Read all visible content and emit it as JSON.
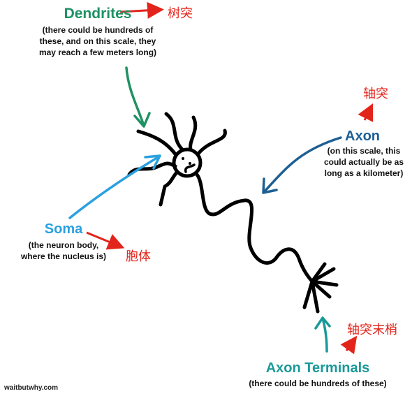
{
  "colors": {
    "dendrites": "#1f9163",
    "soma": "#2ba0e0",
    "axon": "#1d5f94",
    "terminals": "#1a9999",
    "annotation": "#e3241b"
  },
  "dendrites": {
    "title": "Dendrites",
    "lines": [
      "(there could be hundreds of",
      "these, and on this scale, they",
      "may reach a few meters long)"
    ],
    "cn": "树突"
  },
  "axon": {
    "title": "Axon",
    "lines": [
      "(on this scale, this",
      "could actually be as",
      "long as a kilometer)"
    ],
    "cn": "轴突"
  },
  "soma": {
    "title": "Soma",
    "lines": [
      "(the neuron body,",
      "where the nucleus is)"
    ],
    "cn": "胞体"
  },
  "terminals": {
    "title": "Axon Terminals",
    "lines": [
      "(there could be hundreds of these)"
    ],
    "cn": "轴突末梢"
  },
  "credit": "waitbutwhy.com"
}
